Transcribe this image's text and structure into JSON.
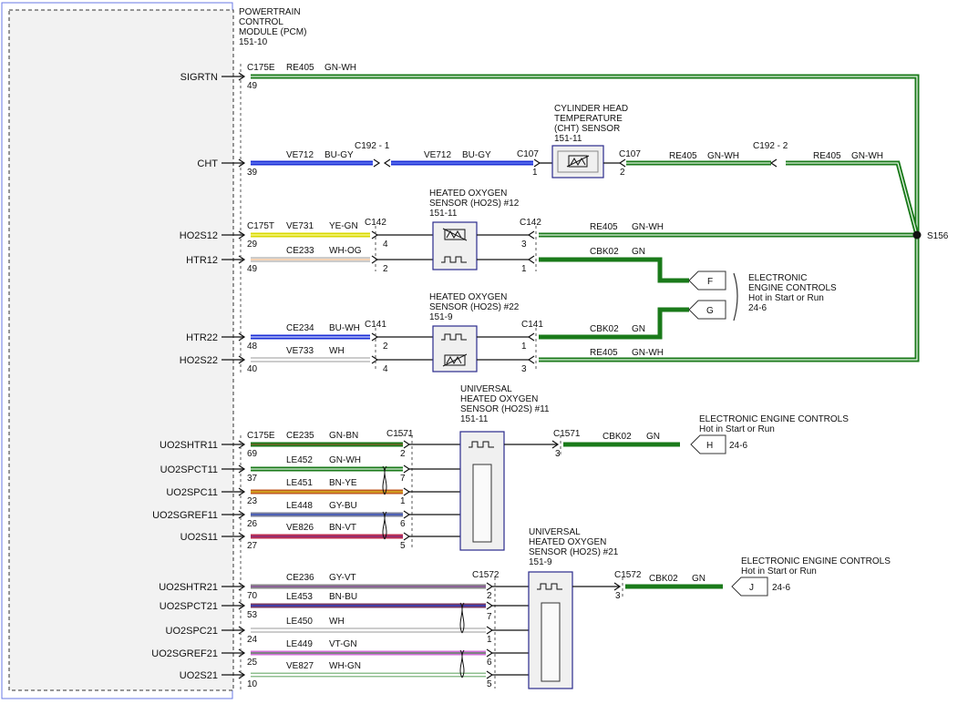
{
  "pcm": {
    "title": [
      "POWERTRAIN",
      "CONTROL",
      "MODULE (PCM)",
      "151-10"
    ],
    "pins": [
      "SIGRTN",
      "CHT",
      "HO2S12",
      "HTR12",
      "HTR22",
      "HO2S22",
      "UO2SHTR11",
      "UO2SPCT11",
      "UO2SPC11",
      "UO2SGREF11",
      "UO2S11",
      "UO2SHTR21",
      "UO2SPCT21",
      "UO2SPC21",
      "UO2SGREF21",
      "UO2S21"
    ],
    "pin_numbers": [
      "49",
      "39",
      "29",
      "49",
      "48",
      "40",
      "69",
      "37",
      "23",
      "26",
      "27",
      "70",
      "53",
      "24",
      "25",
      "10"
    ]
  },
  "connectors": {
    "c175e": "C175E",
    "c175t": "C175T",
    "c175e_b": "C175E",
    "c192_1": "C192 - 1",
    "c192_2": "C192 - 2",
    "c107_a": "C107",
    "c107_a_pin": "1",
    "c107_b": "C107",
    "c107_b_pin": "2",
    "c142_a": "C142",
    "c142_b": "C142",
    "c141_a": "C141",
    "c141_b": "C141",
    "c1571_a": "C1571",
    "c1571_b": "C1571",
    "c1571_b_pin": "3",
    "c1572_a": "C1572",
    "c1572_b": "C1572",
    "c1572_b_pin": "3",
    "splice": "S156"
  },
  "circuits": {
    "sigrtn": {
      "id": "RE405",
      "color": "GN-WH"
    },
    "cht_a": {
      "id": "VE712",
      "color": "BU-GY"
    },
    "cht_b": {
      "id": "VE712",
      "color": "BU-GY"
    },
    "cht_c": {
      "id": "RE405",
      "color": "GN-WH"
    },
    "cht_d": {
      "id": "RE405",
      "color": "GN-WH"
    },
    "ho2s12": {
      "id": "VE731",
      "color": "YE-GN"
    },
    "htr12": {
      "id": "CE233",
      "color": "WH-OG"
    },
    "ho2s12_r": {
      "id": "RE405",
      "color": "GN-WH"
    },
    "htr12_r": {
      "id": "CBK02",
      "color": "GN"
    },
    "htr22": {
      "id": "CE234",
      "color": "BU-WH"
    },
    "ho2s22": {
      "id": "VE733",
      "color": "WH"
    },
    "htr22_r": {
      "id": "CBK02",
      "color": "GN"
    },
    "ho2s22_r": {
      "id": "RE405",
      "color": "GN-WH"
    },
    "uo2shtr11": {
      "id": "CE235",
      "color": "GN-BN"
    },
    "uo2spct11": {
      "id": "LE452",
      "color": "GN-WH"
    },
    "uo2spc11": {
      "id": "LE451",
      "color": "BN-YE"
    },
    "uo2sgref11": {
      "id": "LE448",
      "color": "GY-BU"
    },
    "uo2s11": {
      "id": "VE826",
      "color": "BN-VT"
    },
    "uo2shtr11_r": {
      "id": "CBK02",
      "color": "GN"
    },
    "uo2shtr21": {
      "id": "CE236",
      "color": "GY-VT"
    },
    "uo2spct21": {
      "id": "LE453",
      "color": "BN-BU"
    },
    "uo2spc21": {
      "id": "LE450",
      "color": "WH"
    },
    "uo2sgref21": {
      "id": "LE449",
      "color": "VT-GN"
    },
    "uo2s21": {
      "id": "VE827",
      "color": "WH-GN"
    },
    "uo2shtr21_r": {
      "id": "CBK02",
      "color": "GN"
    }
  },
  "conn_pins": {
    "c192_1_left": "",
    "c142": [
      "4",
      "2",
      "3",
      "1"
    ],
    "c141": [
      "2",
      "4",
      "1",
      "3"
    ],
    "c1571": [
      "2",
      "7",
      "1",
      "6",
      "5"
    ],
    "c1572": [
      "2",
      "7",
      "1",
      "6",
      "5"
    ]
  },
  "components": {
    "cht": [
      "CYLINDER HEAD",
      "TEMPERATURE",
      "(CHT) SENSOR",
      "151-11"
    ],
    "ho2s12": [
      "HEATED OXYGEN",
      "SENSOR (HO2S) #12",
      "151-11"
    ],
    "ho2s22": [
      "HEATED OXYGEN",
      "SENSOR (HO2S) #22",
      "151-9"
    ],
    "uho2s11": [
      "UNIVERSAL",
      "HEATED OXYGEN",
      "SENSOR (HO2S) #11",
      "151-11"
    ],
    "uho2s21": [
      "UNIVERSAL",
      "HEATED OXYGEN",
      "SENSOR (HO2S) #21",
      "151-9"
    ]
  },
  "engine_controls": {
    "block_fg": [
      "ELECTRONIC",
      "ENGINE CONTROLS",
      "Hot in Start or Run",
      "24-6"
    ],
    "block_h": [
      "ELECTRONIC ENGINE CONTROLS",
      "Hot in Start or Run"
    ],
    "block_h_ref": "24-6",
    "block_j": [
      "ELECTRONIC ENGINE CONTROLS",
      "Hot in Start or Run"
    ],
    "block_j_ref": "24-6",
    "tags": [
      "F",
      "G",
      "H",
      "J"
    ]
  },
  "colors": {
    "green": "#1a7a1a",
    "blue": "#1c2fd6",
    "yellow": "#e6e61a",
    "sensor_border": "#2a2a8c"
  }
}
